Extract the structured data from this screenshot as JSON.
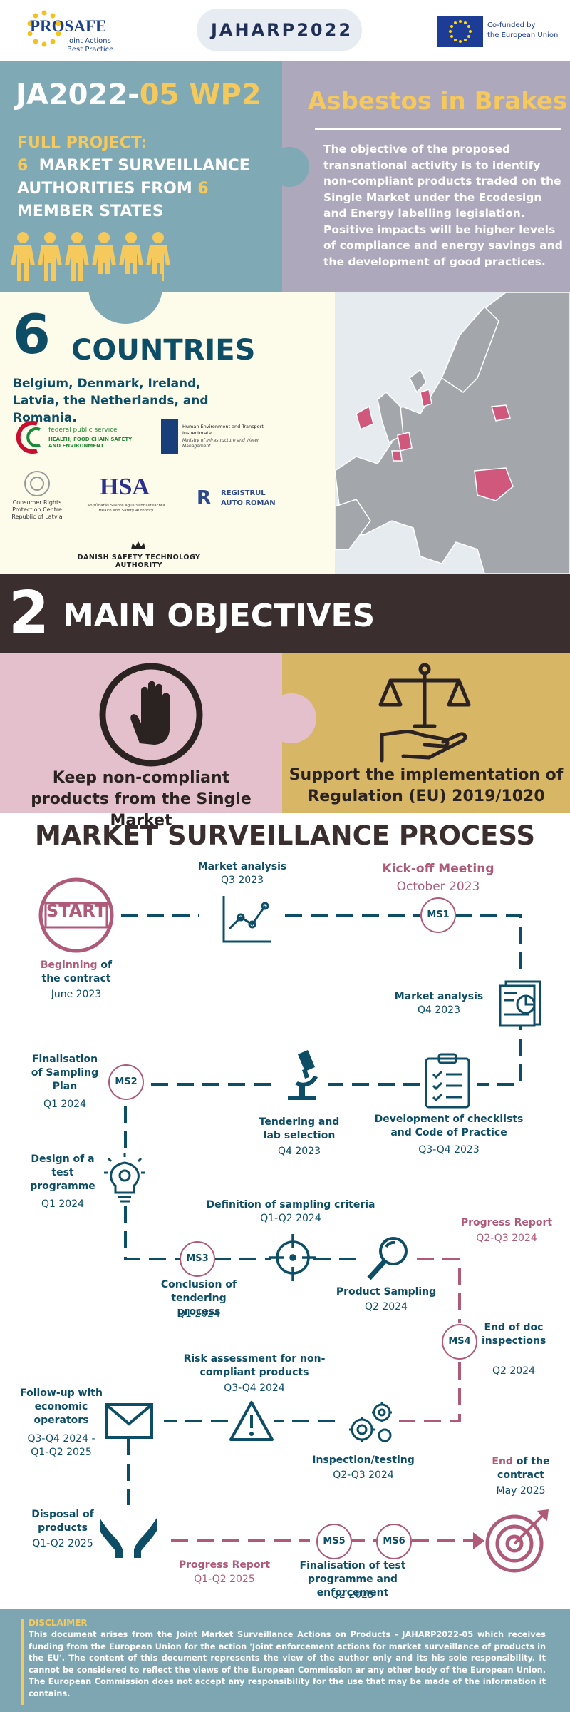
{
  "header": {
    "prosafe": {
      "name": "PROSAFE",
      "tagline_1": "Joint Actions",
      "tagline_2": "Best Practice"
    },
    "project_logo": "JAHARP2022",
    "eu_cofund_1": "Co-funded by",
    "eu_cofund_2": "the European Union"
  },
  "intro": {
    "code_a": "JA2022-",
    "code_b": "05 WP2",
    "full_project": "FULL PROJECT:",
    "line2_num": "6",
    "line2_text": "MARKET SURVEILLANCE",
    "line3_text": "AUTHORITIES FROM",
    "line3_num": "6",
    "line4_text": "MEMBER STATES",
    "topic": "Asbestos in Brakes",
    "objective": "The objective of the proposed transnational activity is to identify non-compliant products traded on the Single Market under the Ecodesign and Energy labelling legislation. Positive impacts will be higher levels of compliance and energy savings and the development of good practices."
  },
  "countries": {
    "number": "6",
    "title": "COUNTRIES",
    "list": "Belgium, Denmark, Ireland, Latvia, the Netherlands, and Romania.",
    "authorities": {
      "belgium_1": "federal public service",
      "belgium_2": "HEALTH, FOOD CHAIN SAFETY AND ENVIRONMENT",
      "nl_1": "Human Environment and Transport Inspectorate",
      "nl_2": "Ministry of Infrastructure and Water Management",
      "latvia": "Consumer Rights Protection Centre Republic of Latvia",
      "hsa": "HSA",
      "hsa_sub": "An tÚdarás Sláinte agus Sábháilteachta Health and Safety Authority",
      "romania_1": "REGISTRUL",
      "romania_2": "AUTO ROMÂN",
      "denmark": "DANISH SAFETY TECHNOLOGY AUTHORITY"
    }
  },
  "objectives": {
    "number": "2",
    "title": "MAIN OBJECTIVES",
    "obj1": "Keep non-compliant products from the Single Market",
    "obj2": "Support the implementation of Regulation (EU) 2019/1020"
  },
  "process": {
    "title": "MARKET SURVEILLANCE PROCESS",
    "start_label": "START",
    "steps": {
      "beginning_hl": "Beginning",
      "beginning_rest": " of the contract",
      "beginning_date": "June 2023",
      "market_analysis_1": "Market analysis",
      "market_analysis_1_date": "Q3 2023",
      "kickoff": "Kick-off Meeting",
      "kickoff_date": "October 2023",
      "market_analysis_2": "Market analysis",
      "market_analysis_2_date": "Q4 2023",
      "checklists": "Development of checklists and Code of Practice",
      "checklists_date": "Q3-Q4 2023",
      "tendering": "Tendering and lab selection",
      "tendering_date": "Q4 2023",
      "sampling_plan": "Finalisation of Sampling Plan",
      "sampling_plan_date": "Q1 2024",
      "test_programme": "Design of a test programme",
      "test_programme_date": "Q1 2024",
      "sampling_criteria": "Definition of sampling criteria",
      "sampling_criteria_date": "Q1-Q2 2024",
      "progress_report_1": "Progress Report",
      "progress_report_1_date": "Q2-Q3 2024",
      "conclusion_tendering": "Conclusion of tendering process",
      "conclusion_tendering_date": "Q1 2024",
      "product_sampling": "Product Sampling",
      "product_sampling_date": "Q2 2024",
      "end_doc": "End of doc inspections",
      "end_doc_date": "Q2 2024",
      "risk_assessment": "Risk assessment for non-compliant products",
      "risk_assessment_date": "Q3-Q4 2024",
      "follow_up": "Follow-up with economic operators",
      "follow_up_date": "Q3-Q4 2024 - Q1-Q2 2025",
      "inspection": "Inspection/testing",
      "inspection_date": "Q2-Q3 2024",
      "end_hl": "End",
      "end_rest": " of the contract",
      "end_date": "May 2025",
      "disposal": "Disposal of products",
      "disposal_date": "Q1-Q2 2025",
      "progress_report_2": "Progress Report",
      "progress_report_2_date": "Q1-Q2 2025",
      "final_test_programme": "Finalisation of test programme and enforcement",
      "final_test_programme_date": "Q2 2025"
    },
    "milestones": [
      "MS1",
      "MS2",
      "MS3",
      "MS4",
      "MS5",
      "MS6"
    ]
  },
  "disclaimer": {
    "title": "DISCLAIMER",
    "text": "This document arises from the Joint Market Surveillance Actions on Products - JAHARP2022-05 which receives funding from the European Union for the action 'Joint enforcement actions for market surveillance of products in the EU'. The content of this document represents the view of the author only and its his sole responsibility. It cannot be considered to reflect the views of the European Commission ar any other body of the European Union. The European Commission does not accept any responsibility for the use that may be made of the information it contains."
  },
  "colors": {
    "teal": "#7fa9b4",
    "lavender": "#aea8bc",
    "yellow": "#f5c95c",
    "navy": "#0d4d66",
    "dark": "#3a2e2e",
    "pink": "#e4c0cd",
    "gold": "#d7b665",
    "rose": "#b05a7a",
    "disclaimer_bg": "#7ea6b2"
  }
}
